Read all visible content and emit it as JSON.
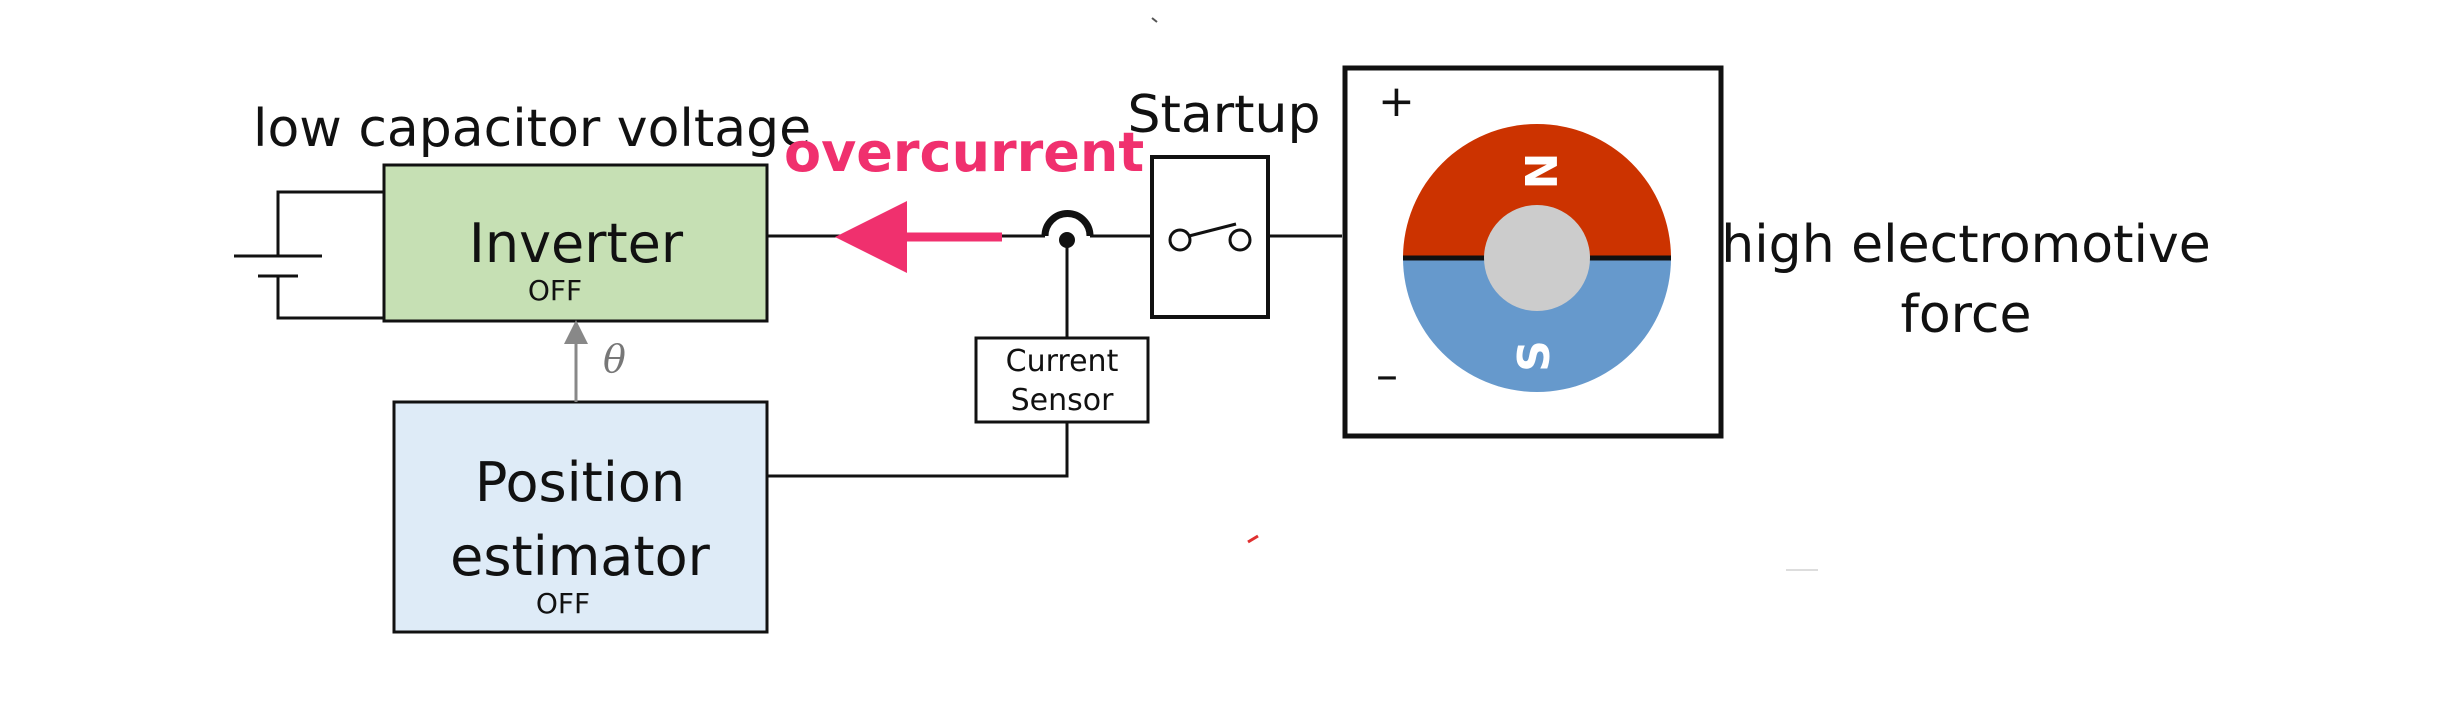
{
  "labels": {
    "low_voltage": "low capacitor voltage",
    "overcurrent": "overcurrent",
    "startup": "Startup",
    "high_emf_line1": "high electromotive",
    "high_emf_line2": "force",
    "plus": "+",
    "minus": "–",
    "theta": "θ"
  },
  "inverter": {
    "title": "Inverter",
    "state": "OFF"
  },
  "position_estimator": {
    "title_line1": "Position",
    "title_line2": "estimator",
    "state": "OFF"
  },
  "current_sensor": {
    "line1": "Current",
    "line2": "Sensor"
  },
  "magnet": {
    "north": "N",
    "south": "S"
  },
  "colors": {
    "inverter_fill": "#c6e0b4",
    "estimator_fill": "#deebf7",
    "overcurrent": "#f0306e",
    "north_pole": "#cc3300",
    "south_pole": "#6699cc",
    "rotor_core": "#cccccc"
  }
}
